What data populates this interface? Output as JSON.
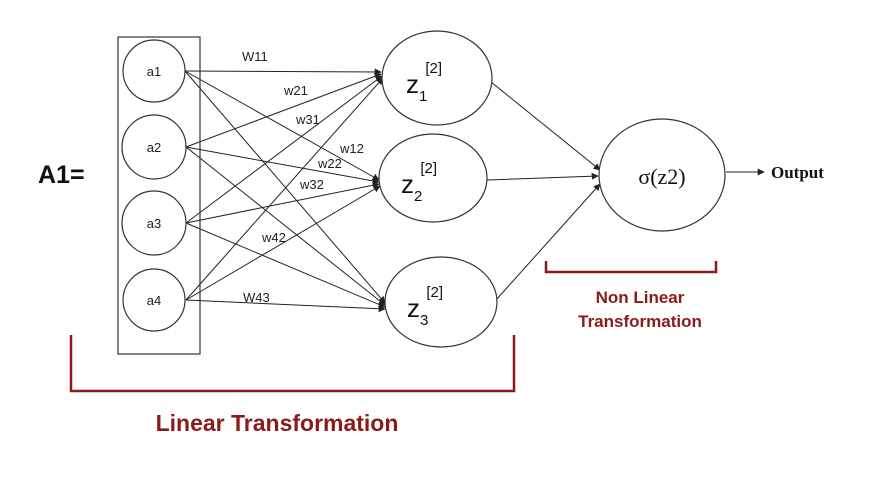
{
  "equation_label": "A1=",
  "inputs": [
    "a1",
    "a2",
    "a3",
    "a4"
  ],
  "hidden": [
    {
      "base": "z",
      "sub": "1",
      "sup": "[2]"
    },
    {
      "base": "z",
      "sub": "2",
      "sup": "[2]"
    },
    {
      "base": "z",
      "sub": "3",
      "sup": "[2]"
    }
  ],
  "weights": {
    "w11": "W11",
    "w21": "w21",
    "w31": "w31",
    "w12": "w12",
    "w22": "w22",
    "w32": "w32",
    "w42": "w42",
    "w43": "W43"
  },
  "activation": "σ(z2)",
  "output": "Output",
  "linear_label": "Linear Transformation",
  "nonlinear_label": [
    "Non Linear",
    "Transformation"
  ],
  "colors": {
    "accent": "#8b1a1a",
    "stroke": "#222222"
  }
}
